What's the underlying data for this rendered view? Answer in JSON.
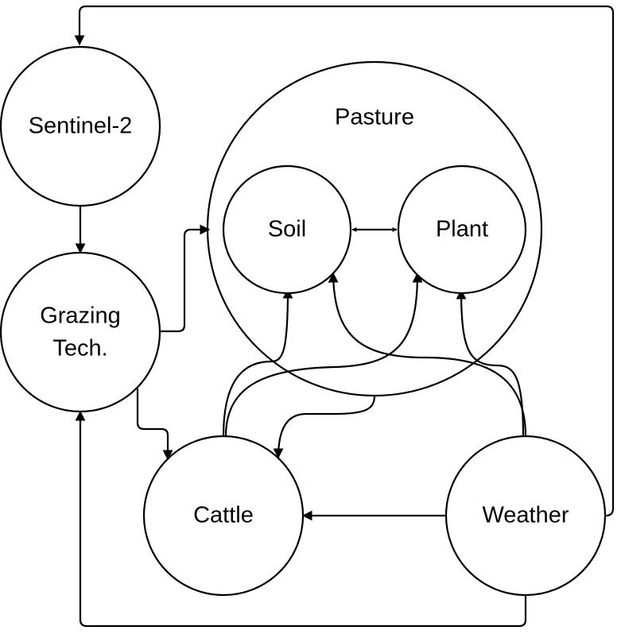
{
  "diagram": {
    "nodes": {
      "pasture": "Pasture",
      "soil": "Soil",
      "plant": "Plant",
      "sentinel": "Sentinel-2",
      "grazing_line1": "Grazing",
      "grazing_line2": "Tech.",
      "cattle": "Cattle",
      "weather": "Weather"
    },
    "edges": [
      {
        "from": "Weather",
        "to": "Sentinel-2"
      },
      {
        "from": "Sentinel-2",
        "to": "Grazing Tech."
      },
      {
        "from": "Grazing Tech.",
        "to": "Pasture"
      },
      {
        "from": "Grazing Tech.",
        "to": "Cattle"
      },
      {
        "from": "Weather",
        "to": "Grazing Tech."
      },
      {
        "from": "Weather",
        "to": "Cattle"
      },
      {
        "from": "Pasture",
        "to": "Cattle"
      },
      {
        "from": "Soil",
        "to": "Plant",
        "bidirectional": true
      },
      {
        "from": "Cattle",
        "to": "Soil"
      },
      {
        "from": "Cattle",
        "to": "Plant"
      },
      {
        "from": "Weather",
        "to": "Soil"
      },
      {
        "from": "Weather",
        "to": "Plant"
      }
    ]
  }
}
